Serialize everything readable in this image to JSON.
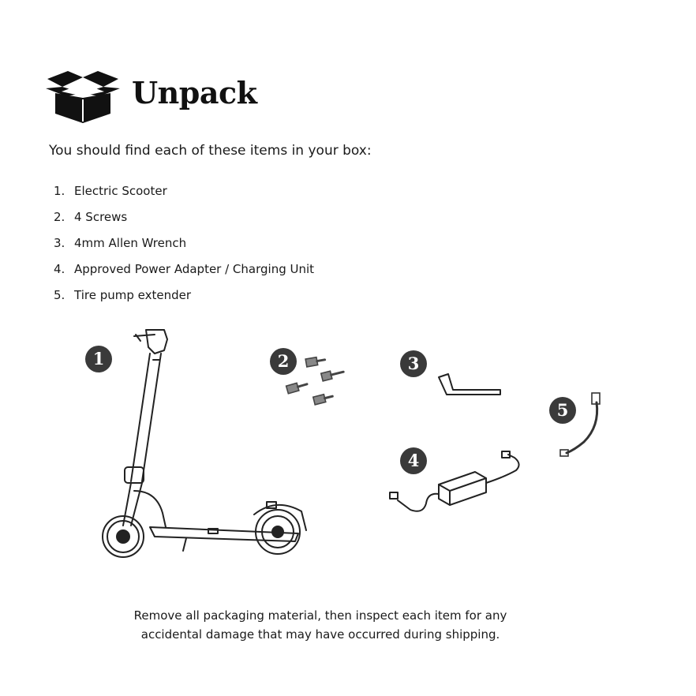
{
  "header": {
    "title": "Unpack"
  },
  "intro": "You should find each of these items in your box:",
  "items": [
    {
      "num": "1.",
      "label": "Electric Scooter"
    },
    {
      "num": "2.",
      "label": "4 Screws"
    },
    {
      "num": "3.",
      "label": "4mm Allen Wrench"
    },
    {
      "num": "4.",
      "label": "Approved Power Adapter / Charging Unit"
    },
    {
      "num": "5.",
      "label": "Tire pump extender"
    }
  ],
  "badges": [
    "1",
    "2",
    "3",
    "4",
    "5"
  ],
  "footer": {
    "line1": "Remove all packaging material, then inspect each item for any",
    "line2": "accidental damage that may have occurred during shipping."
  },
  "colors": {
    "badge": "#3a3a3a",
    "text": "#1a1a1a",
    "line_art": "#222222"
  },
  "icons": [
    "open-box-icon"
  ]
}
